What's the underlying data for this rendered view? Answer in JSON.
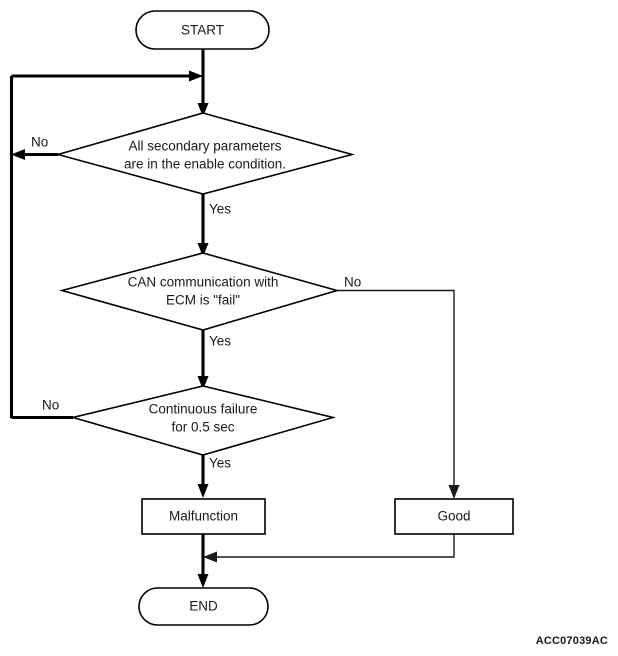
{
  "diagram": {
    "title_code": "ACC07039AC",
    "type": "flowchart",
    "nodes": [
      {
        "id": "start",
        "kind": "terminator",
        "label": "START"
      },
      {
        "id": "d1",
        "kind": "decision",
        "label_line1": "All secondary parameters",
        "label_line2": "are in the enable condition."
      },
      {
        "id": "d2",
        "kind": "decision",
        "label_line1": "CAN communication with",
        "label_line2": "ECM is \"fail\""
      },
      {
        "id": "d3",
        "kind": "decision",
        "label_line1": "Continuous failure",
        "label_line2": "for 0.5 sec"
      },
      {
        "id": "malfunction",
        "kind": "process",
        "label": "Malfunction"
      },
      {
        "id": "good",
        "kind": "process",
        "label": "Good"
      },
      {
        "id": "end",
        "kind": "terminator",
        "label": "END"
      }
    ],
    "edge_labels": {
      "d1_no": "No",
      "d1_yes": "Yes",
      "d2_no": "No",
      "d2_yes": "Yes",
      "d3_no": "No",
      "d3_yes": "Yes"
    },
    "colors": {
      "stroke": "#000000",
      "fill": "#ffffff",
      "text": "#1a1a1a"
    }
  }
}
